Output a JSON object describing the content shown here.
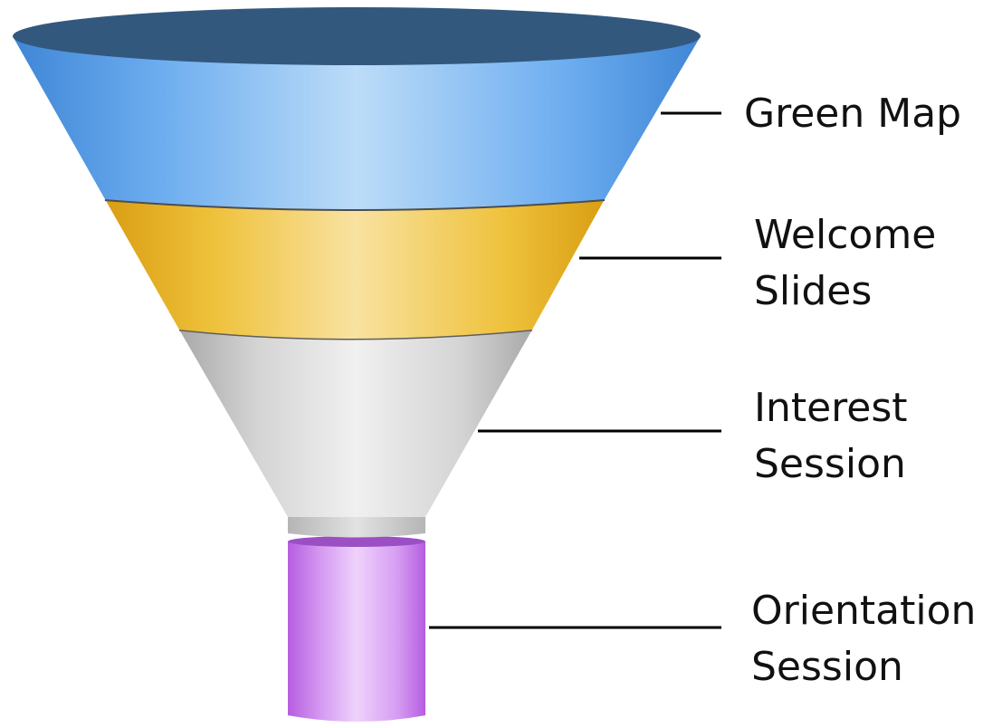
{
  "funnel": {
    "stages": [
      {
        "key": "green-map",
        "label_lines": [
          "Green Map"
        ],
        "color": "#5aa3e8"
      },
      {
        "key": "welcome-slides",
        "label_lines": [
          "Welcome",
          "Slides"
        ],
        "color": "#e8b82e"
      },
      {
        "key": "interest-session",
        "label_lines": [
          "Interest",
          "Session"
        ],
        "color": "#cfcfcf"
      },
      {
        "key": "orientation-session",
        "label_lines": [
          "Orientation",
          "Session"
        ],
        "color": "#c77de8"
      }
    ]
  }
}
